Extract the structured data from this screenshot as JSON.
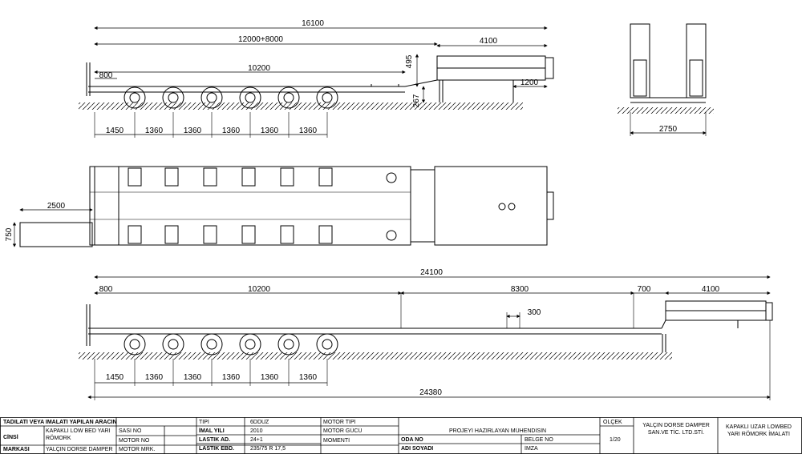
{
  "dimensions": {
    "side_top": {
      "total": "16100",
      "deck": "12000+8000",
      "gooseneck": "4100",
      "well": "10200",
      "height1": "495",
      "height2": "267",
      "front_overhang": "800",
      "kingpin": "1200",
      "axle_first": "1450",
      "axle_spacing": [
        "1360",
        "1360",
        "1360",
        "1360",
        "1360"
      ]
    },
    "rear_view": {
      "width": "2750"
    },
    "plan": {
      "ramp_length": "2500",
      "ramp_width": "750"
    },
    "side_extended": {
      "total": "24100",
      "overall": "24380",
      "front_overhang": "800",
      "well": "10200",
      "extension": "8300",
      "ext_gap": "300",
      "neck": "700",
      "gooseneck": "4100",
      "axle_first": "1450",
      "axle_spacing": [
        "1360",
        "1360",
        "1360",
        "1360",
        "1360"
      ]
    }
  },
  "title_block": {
    "header": "TADILATI VEYA IMALATI YAPILAN ARACIN",
    "cinsi_label": "CİNSİ",
    "cinsi_value": "KAPAKLI LOW BED YARI RÖMORK",
    "markasi_label": "MARKASI",
    "markasi_value": "YALÇIN DORSE DAMPER",
    "sasi_no": "SASI NO",
    "motor_no": "MOTOR NO",
    "motor_mrk": "MOTOR MRK.",
    "tipi_label": "TİPİ",
    "tipi_value": "6DDUZ",
    "imal_yili_label": "İMAL YILI",
    "imal_yili_value": "2010",
    "lastik_ad_label": "LASTIK AD.",
    "lastik_ad_value": "24+1",
    "lastik_ebd_label": "LASTIK EBD.",
    "lastik_ebd_value": "235/75 R 17,5",
    "motor_tipi": "MOTOR TİPİ",
    "motor_gucu": "MOTOR GÜCÜ",
    "momenti": "MOMENTİ",
    "engineer_header": "PROJEYİ HAZIRLAYAN MÜHENDİSİN",
    "oda_no": "ODA NO",
    "belge_no": "BELGE NO",
    "adi_soyadi": "ADI SOYADI",
    "imza": "İMZA",
    "olcek_label": "ÖLÇEK",
    "olcek_value": "1/20",
    "company": "YALÇIN DORSE DAMPER SAN.VE TİC. LTD.STİ.",
    "drawing_title": "KAPAKLI UZAR LOWBED YARI RÖMORK İMALATI"
  }
}
